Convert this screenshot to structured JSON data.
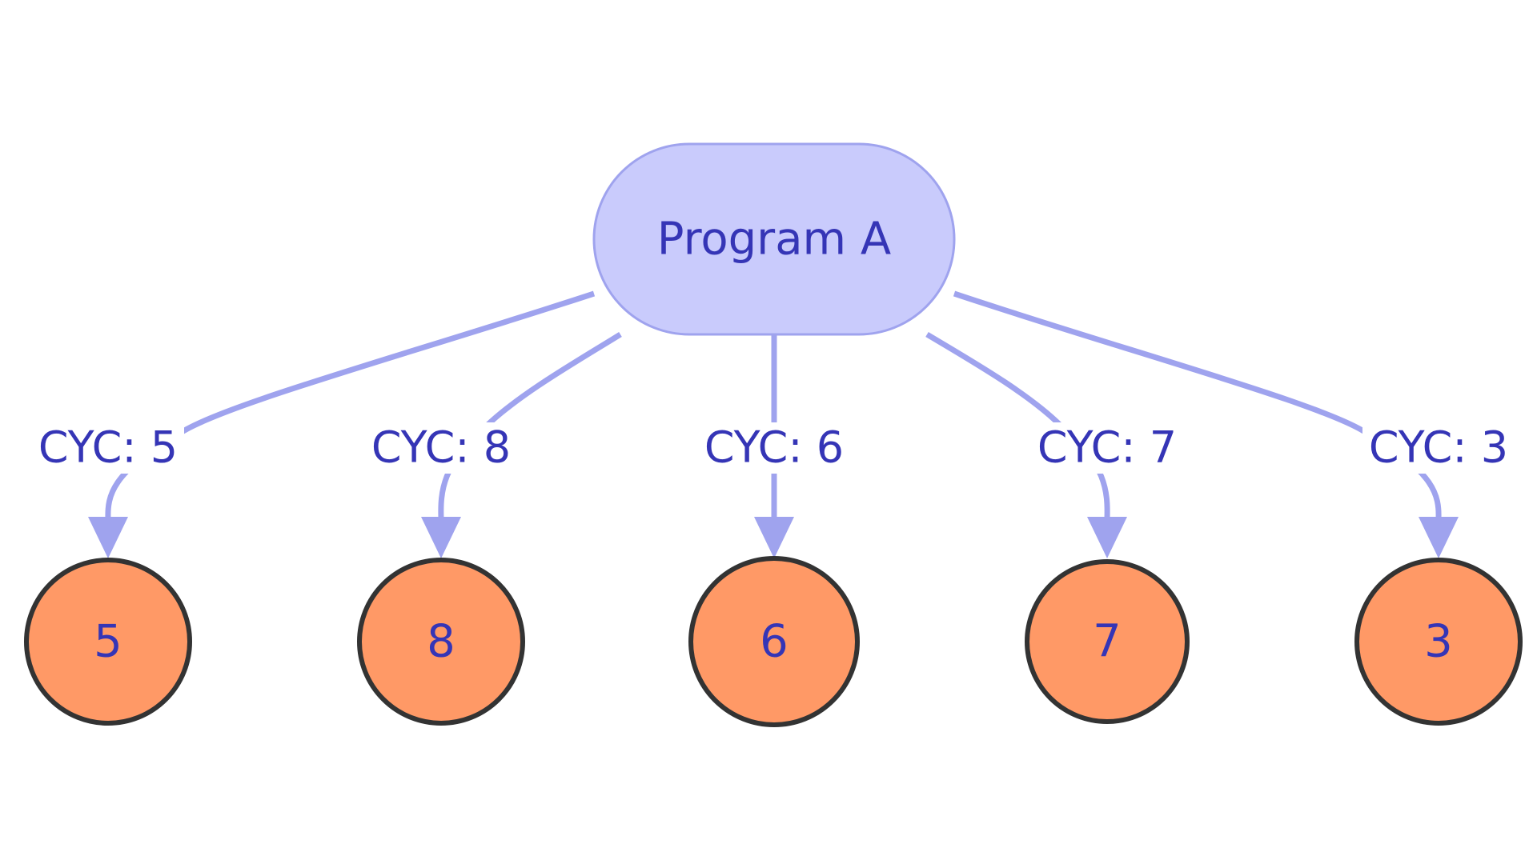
{
  "diagram": {
    "root": {
      "label": "Program A"
    },
    "children": [
      {
        "edge_label": "CYC: 5",
        "label": "5"
      },
      {
        "edge_label": "CYC: 8",
        "label": "8"
      },
      {
        "edge_label": "CYC: 6",
        "label": "6"
      },
      {
        "edge_label": "CYC: 7",
        "label": "7"
      },
      {
        "edge_label": "CYC: 3",
        "label": "3"
      }
    ]
  },
  "colors": {
    "root_fill": "#c9cbfc",
    "root_stroke": "#9fa3ee",
    "edge": "#9fa3ee",
    "text": "#3535b6",
    "leaf_fill": "#ff9966",
    "leaf_stroke": "#333333"
  }
}
